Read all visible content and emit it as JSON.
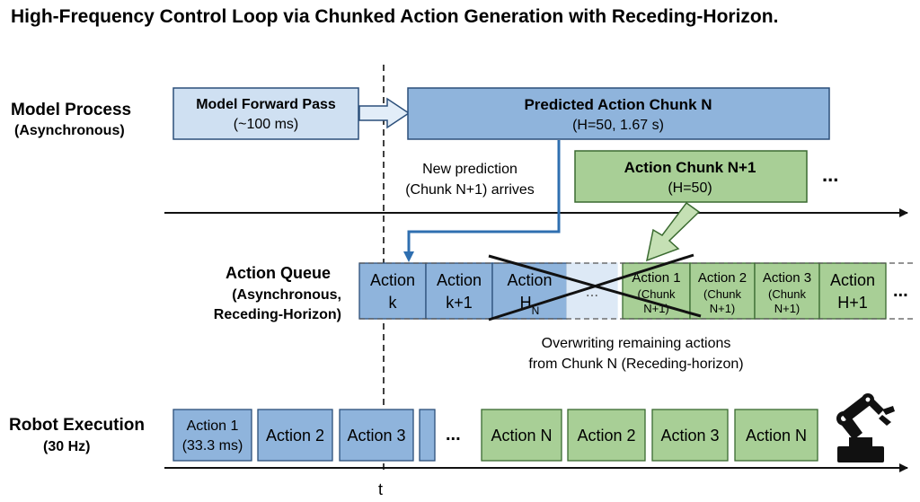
{
  "title": "High-Frequency Control Loop via Chunked Action Generation with Receding-Horizon.",
  "rows": {
    "model": {
      "label": "Model Process",
      "sublabel": "(Asynchronous)"
    },
    "queue": {
      "label": "Action Queue",
      "sublabel1": "(Asynchronous,",
      "sublabel2": "Receding-Horizon)"
    },
    "robot": {
      "label": "Robot Execution",
      "sublabel": "(30 Hz)"
    }
  },
  "model_boxes": {
    "forward_pass": {
      "line1": "Model Forward Pass",
      "line2": "(~100 ms)"
    },
    "chunk_n": {
      "line1": "Predicted Action Chunk N",
      "line2": "(H=50, 1.67 s)"
    },
    "chunk_n1": {
      "line1": "Action Chunk N+1",
      "line2": "(H=50)"
    },
    "more": "..."
  },
  "annotations": {
    "new_prediction_1": "New prediction",
    "new_prediction_2": "(Chunk N+1) arrives",
    "overwrite_1": "Overwriting remaining actions",
    "overwrite_2": "from Chunk N (Receding-horizon)",
    "time": "t"
  },
  "queue_cells": [
    {
      "l1": "Action",
      "l2": "k",
      "kind": "blue"
    },
    {
      "l1": "Action",
      "l2": "k+1",
      "kind": "blue"
    },
    {
      "l1": "Action",
      "l2": "H",
      "sub": "N",
      "kind": "blue"
    },
    {
      "l1": "...",
      "l2": "",
      "kind": "faint"
    },
    {
      "l1": "Action 1",
      "l2": "(Chunk",
      "l3": "N+1)",
      "kind": "green"
    },
    {
      "l1": "Action 2",
      "l2": "(Chunk",
      "l3": "N+1)",
      "kind": "green"
    },
    {
      "l1": "Action 3",
      "l2": "(Chunk",
      "l3": "N+1)",
      "kind": "green"
    },
    {
      "l1": "Action",
      "l2": "H+1",
      "kind": "green"
    }
  ],
  "queue_more": "...",
  "robot_cells": [
    {
      "l1": "Action 1",
      "l2": "(33.3 ms)",
      "kind": "blue"
    },
    {
      "l1": "Action 2",
      "kind": "blue"
    },
    {
      "l1": "Action 3",
      "kind": "blue"
    },
    {
      "l1": "",
      "kind": "blue"
    },
    {
      "l1": "Action N",
      "kind": "green"
    },
    {
      "l1": "Action 2",
      "kind": "green"
    },
    {
      "l1": "Action 3",
      "kind": "green"
    },
    {
      "l1": "Action N",
      "kind": "green"
    }
  ],
  "robot_more": "...",
  "colors": {
    "blue_fill": "#8fb4dc",
    "blue_stroke": "#2b4f7a",
    "light_blue_fill": "#cfe0f2",
    "faint_fill": "#dde9f6",
    "green_fill": "#a8cf96",
    "green_stroke": "#3a6a30",
    "arrow_blue": "#2f6fb0"
  }
}
